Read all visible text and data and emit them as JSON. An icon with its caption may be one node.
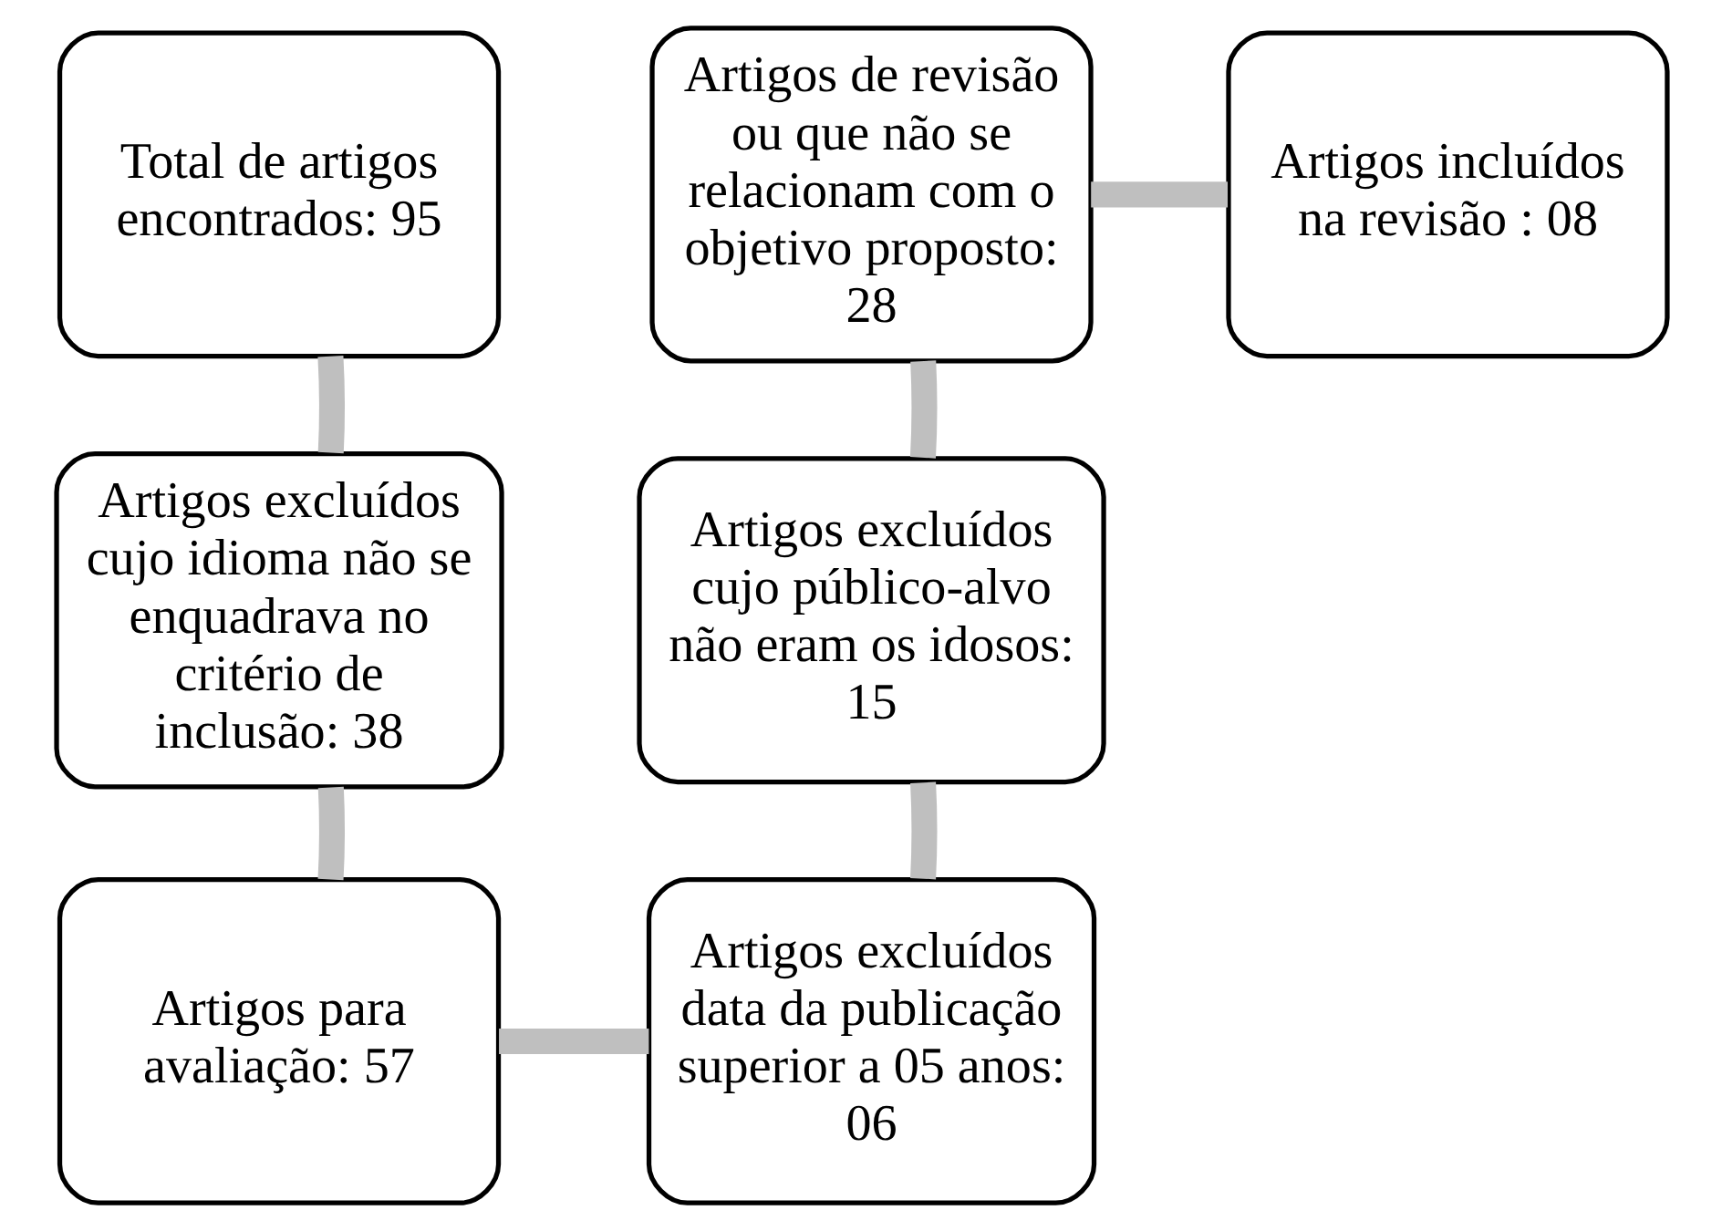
{
  "diagram": {
    "nodes": [
      {
        "text": [
          "Total de artigos encontrados: 95"
        ]
      },
      {
        "text": [
          "Artigos de revisão ou que não se relacionam com o objetivo proposto: 28"
        ]
      },
      {
        "text": [
          "Artigos incluídos na revisão : 08"
        ]
      },
      {
        "text": [
          "Artigos excluídos cujo idioma não se enquadrava no critério de inclusão: 38"
        ]
      },
      {
        "text": [
          "Artigos excluídos cujo público-alvo não eram os idosos: 15"
        ]
      },
      {
        "text": [
          "Artigos para avaliação: 57"
        ]
      },
      {
        "text": [
          "Artigos excluídos data da publicação superior a 05 anos: 06"
        ]
      }
    ],
    "edges": [
      {
        "from": 0,
        "to": 3,
        "arrow": "none"
      },
      {
        "from": 3,
        "to": 5,
        "arrow": "none"
      },
      {
        "from": 5,
        "to": 6,
        "arrow": "none"
      },
      {
        "from": 6,
        "to": 4,
        "arrow": "none"
      },
      {
        "from": 4,
        "to": 1,
        "arrow": "none"
      },
      {
        "from": 1,
        "to": 2,
        "arrow": "none"
      }
    ]
  }
}
